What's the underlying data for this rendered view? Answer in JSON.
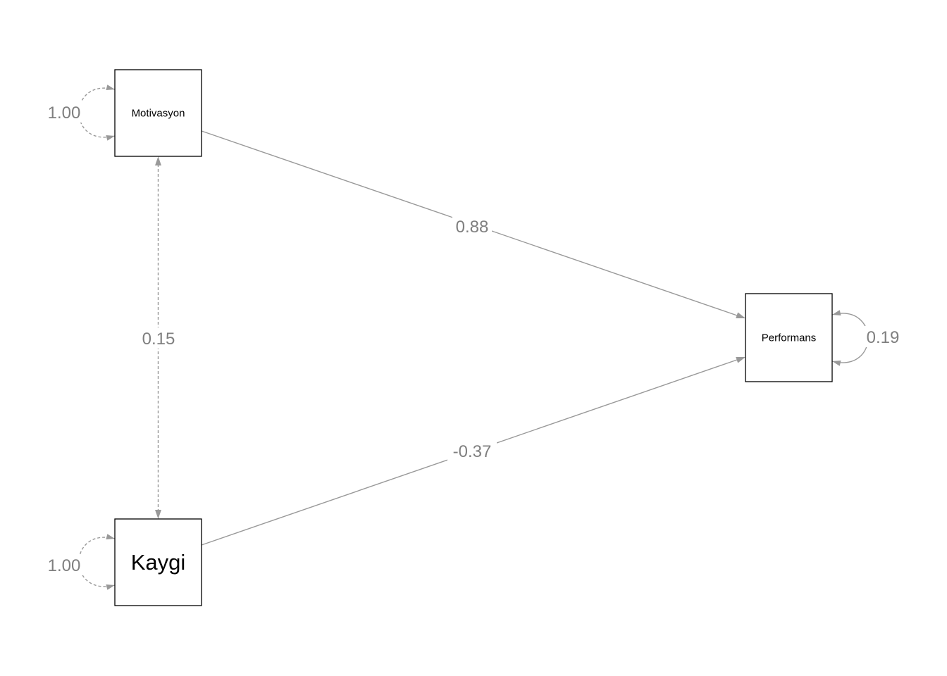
{
  "diagram": {
    "type": "sem-path-diagram",
    "nodes": {
      "motivasyon": {
        "label": "Motivasyon",
        "shape": "rectangle"
      },
      "kaygi": {
        "label": "Kaygi",
        "shape": "rectangle"
      },
      "performans": {
        "label": "Performans",
        "shape": "rectangle"
      }
    },
    "edges": {
      "motivasyon_to_performans": {
        "label": "0.88",
        "from": "Motivasyon",
        "to": "Performans",
        "style": "solid",
        "arrows": "single"
      },
      "kaygi_to_performans": {
        "label": "-0.37",
        "from": "Kaygi",
        "to": "Performans",
        "style": "solid",
        "arrows": "single"
      },
      "motivasyon_kaygi_covariance": {
        "label": "0.15",
        "from": "Motivasyon",
        "to": "Kaygi",
        "style": "dashed",
        "arrows": "double"
      },
      "motivasyon_variance": {
        "label": "1.00",
        "node": "Motivasyon",
        "style": "dashed",
        "arrows": "double"
      },
      "kaygi_variance": {
        "label": "1.00",
        "node": "Kaygi",
        "style": "dashed",
        "arrows": "double"
      },
      "performans_variance": {
        "label": "0.19",
        "node": "Performans",
        "style": "solid",
        "arrows": "double"
      }
    },
    "colors": {
      "edge": "#999999",
      "edge_label": "#7f7f7f",
      "node_border": "#000000",
      "node_fill": "#ffffff",
      "node_text": "#000000",
      "background": "#ffffff"
    }
  }
}
